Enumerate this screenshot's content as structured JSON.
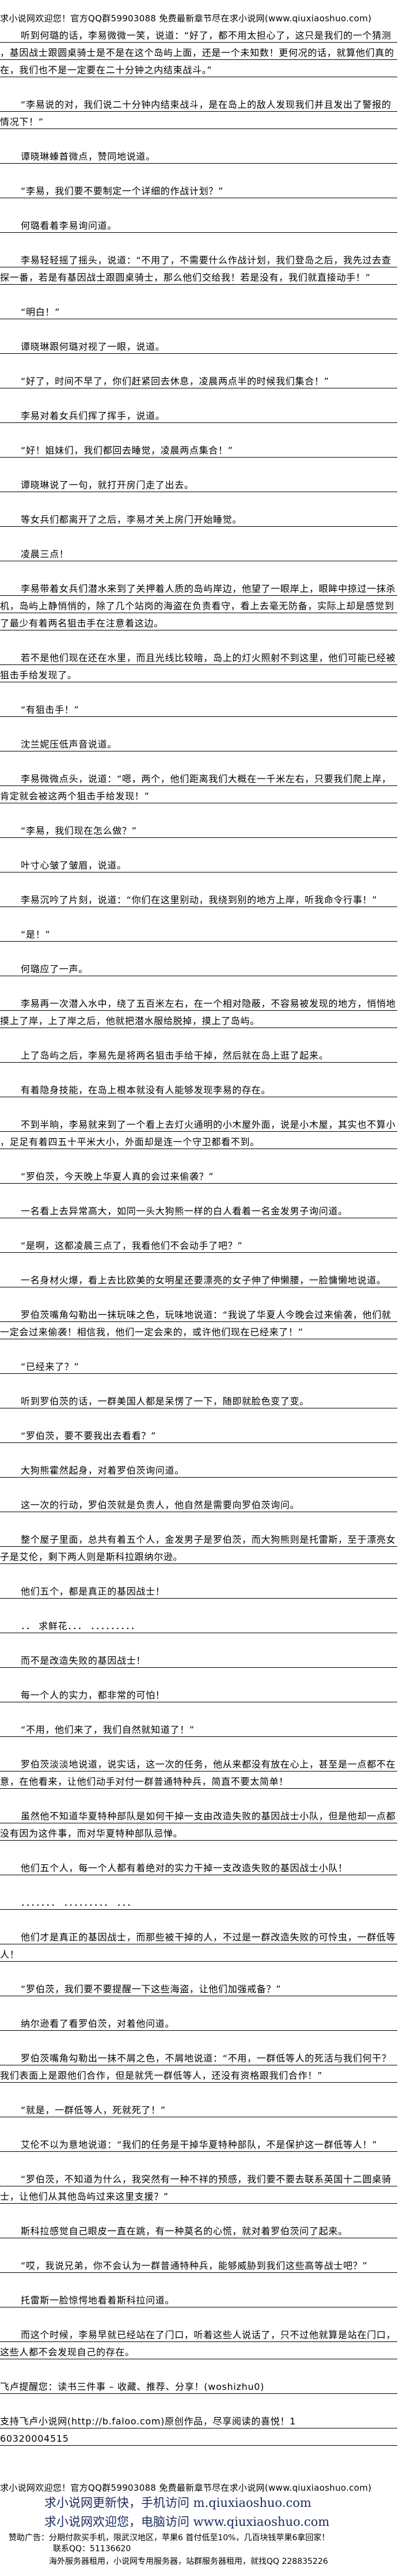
{
  "header": {
    "banner": "求小说网欢迎您！官方QQ群59903088 免费最新章节尽在求小说网(www.qiuxiaoshuo.com)"
  },
  "body": {
    "paragraphs": [
      {
        "indent": true,
        "lines": [
          "听到何璐的话，李易微微一笑，说道：“好了，都不用太担心了，这只是我们的一个猜测",
          "，基因战士跟圆桌骑士是不是在这个岛屿上面，还是一个未知数！更何况的话，就算他们真的",
          "在，我们也不是一定要在二十分钟之内结束战斗。”"
        ]
      },
      {
        "indent": true,
        "lines": [
          "“李易说的对，我们说二十分钟内结束战斗，是在岛上的敌人发现我们并且发出了警报的",
          "情况下！”"
        ]
      },
      {
        "indent": true,
        "lines": [
          "谭晓琳螓首微点，赞同地说道。"
        ]
      },
      {
        "indent": true,
        "lines": [
          "“李易，我们要不要制定一个详细的作战计划？”"
        ]
      },
      {
        "indent": true,
        "lines": [
          "何璐看着李易询问道。"
        ]
      },
      {
        "indent": true,
        "lines": [
          "李易轻轻摇了摇头，说道：“不用了，不需要什么作战计划，我们登岛之后，我先过去查",
          "探一番，若是有基因战士跟圆桌骑士，那么他们交给我！若是没有，我们就直接动手！”"
        ]
      },
      {
        "indent": true,
        "lines": [
          "“明白！”"
        ]
      },
      {
        "indent": true,
        "lines": [
          "谭晓琳跟何璐对视了一眼，说道。"
        ]
      },
      {
        "indent": true,
        "lines": [
          "“好了，时间不早了，你们赶紧回去休息，凌晨两点半的时候我们集合！”"
        ]
      },
      {
        "indent": true,
        "lines": [
          "李易对着女兵们挥了挥手，说道。"
        ]
      },
      {
        "indent": true,
        "lines": [
          "“好！姐妹们，我们都回去睡觉，凌晨两点集合！”"
        ]
      },
      {
        "indent": true,
        "lines": [
          "谭晓琳说了一句，就打开房门走了出去。"
        ]
      },
      {
        "indent": true,
        "lines": [
          "等女兵们都离开了之后，李易才关上房门开始睡觉。"
        ]
      },
      {
        "indent": true,
        "lines": [
          "凌晨三点！"
        ]
      },
      {
        "indent": true,
        "lines": [
          "李易带着女兵们潜水来到了关押着人质的岛屿岸边，他望了一眼岸上，眼眸中掠过一抹杀",
          "机，岛屿上静悄悄的，除了几个站岗的海盗在负责看守，看上去毫无防备，实际上却是感觉到",
          "了最少有着两名狙击手在注意着这边。"
        ]
      },
      {
        "indent": true,
        "lines": [
          "若不是他们现在还在水里，而且光线比较暗，岛上的灯火照射不到这里，他们可能已经被",
          "狙击手给发现了。"
        ]
      },
      {
        "indent": true,
        "lines": [
          "“有狙击手！”"
        ]
      },
      {
        "indent": true,
        "lines": [
          "沈兰妮压低声音说道。"
        ]
      },
      {
        "indent": true,
        "lines": [
          "李易微微点头，说道：“嗯，两个，他们距离我们大概在一千米左右，只要我们爬上岸，",
          "肯定就会被这两个狙击手给发现！”"
        ]
      },
      {
        "indent": true,
        "lines": [
          "“李易，我们现在怎么做？”"
        ]
      },
      {
        "indent": true,
        "lines": [
          "叶寸心皱了皱眉，说道。"
        ]
      },
      {
        "indent": true,
        "lines": [
          "李易沉吟了片刻，说道：“你们在这里别动，我绕到别的地方上岸，听我命令行事！”"
        ]
      },
      {
        "indent": true,
        "lines": [
          "“是！”"
        ]
      },
      {
        "indent": true,
        "lines": [
          "何璐应了一声。"
        ]
      },
      {
        "indent": true,
        "lines": [
          "李易再一次潜入水中，绕了五百米左右，在一个相对隐蔽，不容易被发现的地方，悄悄地",
          "摸上了岸，上了岸之后，他就把潜水服给脱掉，摸上了岛屿。"
        ]
      },
      {
        "indent": true,
        "lines": [
          "上了岛屿之后，李易先是将两名狙击手给干掉，然后就在岛上逛了起来。"
        ]
      },
      {
        "indent": true,
        "lines": [
          "有着隐身技能，在岛上根本就没有人能够发现李易的存在。"
        ]
      },
      {
        "indent": true,
        "lines": [
          "不到半晌，李易就来到了一个看上去灯火通明的小木屋外面，说是小木屋，其实也不算小",
          "，足足有着四五十平米大小，外面却是连一个守卫都看不到。"
        ]
      },
      {
        "indent": true,
        "lines": [
          "“罗伯茨，今天晚上华夏人真的会过来偷袭？”"
        ]
      },
      {
        "indent": true,
        "lines": [
          "一名看上去异常高大，如同一头大狗熊一样的白人看着一名金发男子询问道。"
        ]
      },
      {
        "indent": true,
        "lines": [
          "“是啊，这都凌晨三点了，我看他们不会动手了吧？”"
        ]
      },
      {
        "indent": true,
        "lines": [
          "一名身材火爆，看上去比欧美的女明星还要漂亮的女子伸了伸懒腰，一脸慵懒地说道。"
        ]
      },
      {
        "indent": true,
        "lines": [
          "罗伯茨嘴角勾勒出一抹玩味之色，玩味地说道：“我说了华夏人今晚会过来偷袭，他们就",
          "一定会过来偷袭！相信我，他们一定会来的，或许他们现在已经来了！”"
        ]
      },
      {
        "indent": true,
        "lines": [
          "“已经来了？”"
        ]
      },
      {
        "indent": true,
        "lines": [
          "听到罗伯茨的话，一群美国人都是呆愣了一下，随即就脸色变了变。"
        ]
      },
      {
        "indent": true,
        "lines": [
          "“罗伯茨，要不要我出去看看？”"
        ]
      },
      {
        "indent": true,
        "lines": [
          "大狗熊霍然起身，对着罗伯茨询问道。"
        ]
      },
      {
        "indent": true,
        "lines": [
          "这一次的行动，罗伯茨就是负责人，他自然是需要向罗伯茨询问。"
        ]
      },
      {
        "indent": true,
        "lines": [
          "整个屋子里面，总共有着五个人，金发男子是罗伯茨，而大狗熊则是托雷斯，至于漂亮女",
          "子是艾伦，剩下两人则是斯科拉跟纳尔逊。"
        ]
      },
      {
        "indent": true,
        "lines": [
          "他们五个，都是真正的基因战士！"
        ]
      },
      {
        "indent": true,
        "lines": [
          "．． 求鲜花．．． ．．．．．．．．．"
        ]
      },
      {
        "indent": true,
        "lines": [
          "而不是改造失败的基因战士！"
        ]
      },
      {
        "indent": true,
        "lines": [
          "每一个人的实力，都非常的可怕！"
        ]
      },
      {
        "indent": true,
        "lines": [
          "“不用，他们来了，我们自然就知道了！”"
        ]
      },
      {
        "indent": true,
        "lines": [
          "罗伯茨淡淡地说道，说实话，这一次的任务，他从来都没有放在心上，甚至是一点都不在",
          "意，在他看来，让他们动手对付一群普通特种兵，简直不要太简单！"
        ]
      },
      {
        "indent": true,
        "lines": [
          "虽然他不知道华夏特种部队是如何干掉一支由改造失败的基因战士小队，但是他却一点都",
          "没有因为这件事，而对华夏特种部队忌惮。"
        ]
      },
      {
        "indent": true,
        "lines": [
          "他们五个人，每一个人都有着绝对的实力干掉一支改造失败的基因战士小队！"
        ]
      },
      {
        "indent": true,
        "lines": [
          "．．．．．．． ．．．．．．．．． ．．．"
        ]
      },
      {
        "indent": true,
        "lines": [
          "他们才是真正的基因战士，而那些被干掉的人，不过是一群改造失败的可怜虫，一群低等",
          "人！"
        ]
      },
      {
        "indent": true,
        "lines": [
          "“罗伯茨，我们要不要提醒一下这些海盗，让他们加强戒备？”"
        ]
      },
      {
        "indent": true,
        "lines": [
          "纳尔逊看了看罗伯茨，对着他问道。"
        ]
      },
      {
        "indent": true,
        "lines": [
          "罗伯茨嘴角勾勒出一抹不屑之色，不屑地说道：“不用，一群低等人的死活与我们何干？",
          "我们表面上是跟他们合作，但是就凭一群低等人，还没有资格跟我们合作！”"
        ]
      },
      {
        "indent": true,
        "lines": [
          "“就是，一群低等人，死就死了！”"
        ]
      },
      {
        "indent": true,
        "lines": [
          "艾伦不以为意地说道：“我们的任务是干掉华夏特种部队，不是保护这一群低等人！”"
        ]
      },
      {
        "indent": true,
        "lines": [
          "“罗伯茨，不知道为什么，我突然有一种不祥的预感，我们要不要去联系英国十二圆桌骑",
          "士，让他们从其他岛屿过来这里支援？”"
        ]
      },
      {
        "indent": true,
        "lines": [
          "斯科拉感觉自己眼皮一直在跳，有一种莫名的心慌，就对着罗伯茨问了起来。"
        ]
      },
      {
        "indent": true,
        "lines": [
          "“哎，我说兄弟，你不会认为一群普通特种兵，能够威胁到我们这些高等战士吧？”"
        ]
      },
      {
        "indent": true,
        "lines": [
          "托雷斯一脸惊愕地看着斯科拉问道。"
        ]
      },
      {
        "indent": true,
        "lines": [
          "而这个时候，李易早就已经站在了门口，听着这些人说话了，只不过他就算是站在门口，",
          "这些人都不会发现自己的存在。"
        ]
      },
      {
        "indent": false,
        "lines": [
          "飞卢提醒您：读书三件事 – 收藏、推荐、分享！(woshizhu0)"
        ]
      },
      {
        "indent": false,
        "lines": [
          "支持飞卢小说网(http://b.faloo.com)原创作品，尽享阅读的喜悦！1",
          "60320004515"
        ]
      }
    ]
  },
  "footer": {
    "banner": "求小说网欢迎您！官方QQ群59903088 免费最新章节尽在求小说网(www.qiuxiaoshuo.com)",
    "mobile_promo": "求小说网更新快，手机访问 m.qiuxiaoshuo.com",
    "pc_promo": "求小说网欢迎您，电脑访问 www.qiuxiaoshuo.com",
    "sponsor_ad": "赞助广告：分期付款买手机，限武汉地区，苹果6 首付低至10%，几百块钱苹果6拿回家！",
    "sponsor_qq": "联系QQ：51136620",
    "server_ad": "海外服务器租用，小说网专用服务器，站群服务器租用，就找QQ 228835226"
  }
}
